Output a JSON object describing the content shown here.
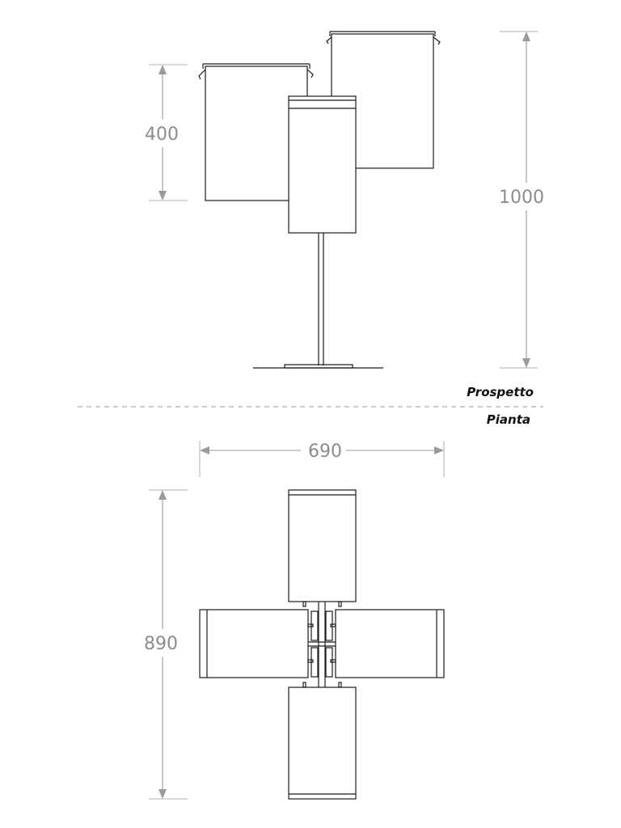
{
  "views": {
    "elevation_label": "Prospetto",
    "plan_label": "Pianta"
  },
  "dimensions": {
    "elevation_panel_height": "400",
    "elevation_total_height": "1000",
    "plan_width": "690",
    "plan_depth": "890"
  },
  "colors": {
    "ink": "#1a1a1a",
    "dimension": "#9a9a9a",
    "background": "#ffffff"
  }
}
